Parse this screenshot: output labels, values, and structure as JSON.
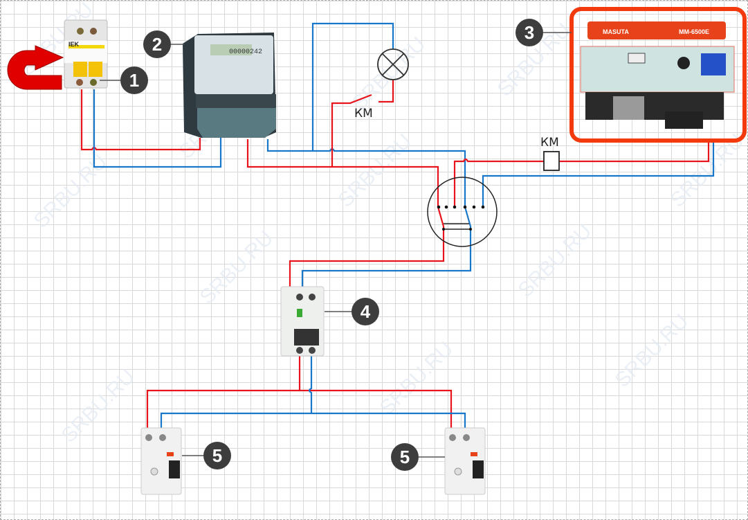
{
  "colors": {
    "phase": "#e8141c",
    "neutral": "#1877c8",
    "callout": "#3d3d3d",
    "generator_frame": "#f23a0e",
    "arrow": "#e00000"
  },
  "watermark": "SRBU.RU",
  "callouts": [
    {
      "id": "1",
      "target": "input-breaker"
    },
    {
      "id": "2",
      "target": "electricity-meter"
    },
    {
      "id": "3",
      "target": "generator"
    },
    {
      "id": "4",
      "target": "main-breaker"
    },
    {
      "id": "5",
      "target": "rcd-left"
    },
    {
      "id": "5",
      "target": "rcd-right"
    }
  ],
  "labels": {
    "relay_contact": "КМ",
    "relay_coil": "КМ"
  },
  "generator": {
    "brand": "MASUTA",
    "model": "MM-6500E"
  },
  "meter": {
    "display": "00000242"
  },
  "breaker": {
    "brand": "IEK"
  }
}
